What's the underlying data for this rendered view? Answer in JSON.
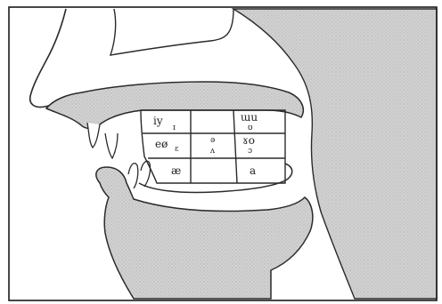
{
  "figure": {
    "colors": {
      "background": "#ffffff",
      "frame": "#1a1a1a",
      "tissue_fill": "#c9c9c9",
      "line": "#2a2a2a"
    },
    "vowel_chart": {
      "rows": [
        {
          "front": "iy",
          "front_sub": "ɪ",
          "central": "",
          "central_sub": "",
          "back": "ɯu",
          "back_sub": "ʊ"
        },
        {
          "front": "eø",
          "front_sub": "ɛ",
          "central": "ə",
          "central_sub": "ʌ",
          "back": "ɤo",
          "back_sub": "ɔ"
        },
        {
          "front": "æ",
          "front_sub": "",
          "central": "",
          "central_sub": "",
          "back": "a",
          "back_sub": ""
        }
      ]
    }
  }
}
